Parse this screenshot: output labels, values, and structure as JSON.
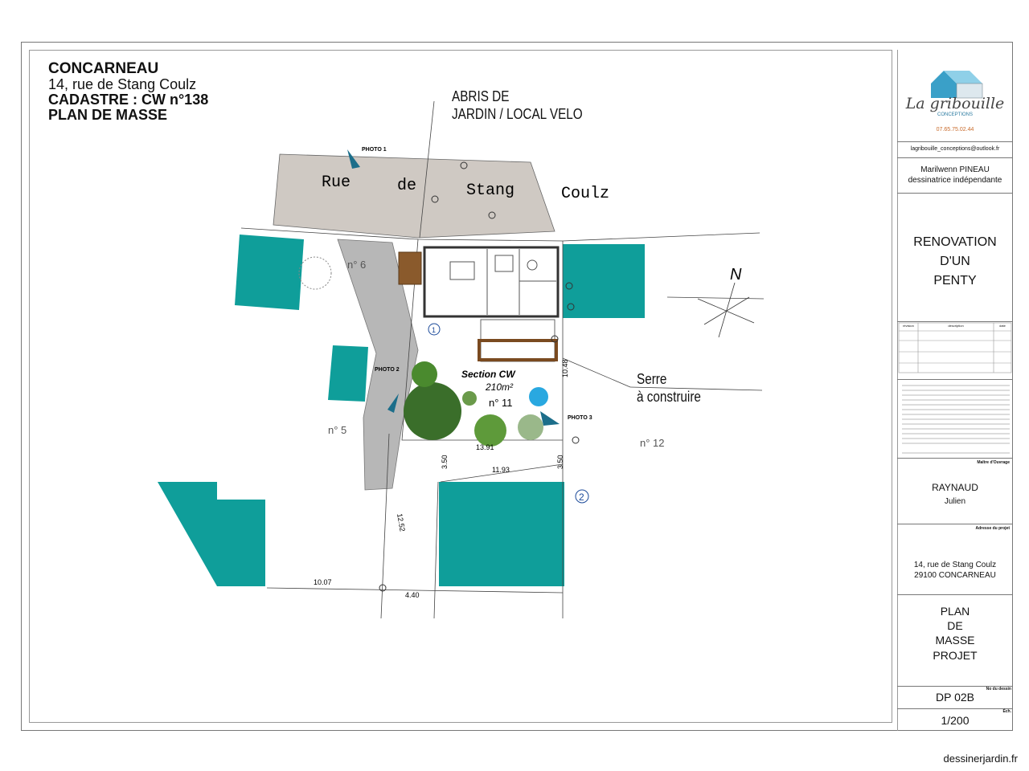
{
  "header": {
    "city": "CONCARNEAU",
    "address": "14, rue de Stang Coulz",
    "cadastre": "CADASTRE : CW n°138",
    "plan_title": "PLAN DE MASSE"
  },
  "labels": {
    "abris_line1": "ABRIS DE",
    "abris_line2": "JARDIN / LOCAL VELO",
    "serre_line1": "Serre",
    "serre_line2": "à construire",
    "street_rue": "Rue",
    "street_de": "de",
    "street_stang": "Stang",
    "street_coulz": "Coulz",
    "north": "N",
    "section": "Section CW",
    "surface": "210m²",
    "parcel_main": "n° 11",
    "parcel_6": "n° 6",
    "parcel_5": "n° 5",
    "parcel_12": "n° 12",
    "photo1": "PHOTO 1",
    "photo2": "PHOTO 2",
    "photo3": "PHOTO 3",
    "marker_1": "1",
    "marker_2": "2"
  },
  "dimensions": {
    "d1391": "13.91",
    "d1193": "11.93",
    "d1007": "10.07",
    "d440": "4.40",
    "d1252": "12.52",
    "d1048": "10.48",
    "d350a": "3.50",
    "d350b": "3.50"
  },
  "cartouche": {
    "brand": "La gribouille",
    "brand_sub": "CONCEPTIONS",
    "phone": "07.65.75.02.44",
    "email": "lagribouille_conceptions@outlook.fr",
    "designer_name": "Marilwenn PINEAU",
    "designer_role": "dessinatrice indépendante",
    "project_l1": "RENOVATION",
    "project_l2": "D'UN",
    "project_l3": "PENTY",
    "rev_headers": [
      "révision",
      "description",
      "date"
    ],
    "owner_label": "Maître d'Ouvrage",
    "owner_name": "RAYNAUD",
    "owner_first": "Julien",
    "address_label": "Adresse du projet",
    "proj_addr1": "14, rue de Stang Coulz",
    "proj_addr2": "29100 CONCARNEAU",
    "doc_l1": "PLAN",
    "doc_l2": "DE",
    "doc_l3": "MASSE",
    "doc_l4": "PROJET",
    "sheet_label": "No du dessin",
    "sheet": "DP 02B",
    "scale_label": "Éch.",
    "scale": "1/200"
  },
  "colors": {
    "teal": "#0f9e9a",
    "road": "#cfc9c3",
    "parcel_grey": "#b7b7b7",
    "tree": "#3a7a2a",
    "pool": "#29a8e0"
  },
  "footer": {
    "credit": "dessinerjardin.fr"
  }
}
